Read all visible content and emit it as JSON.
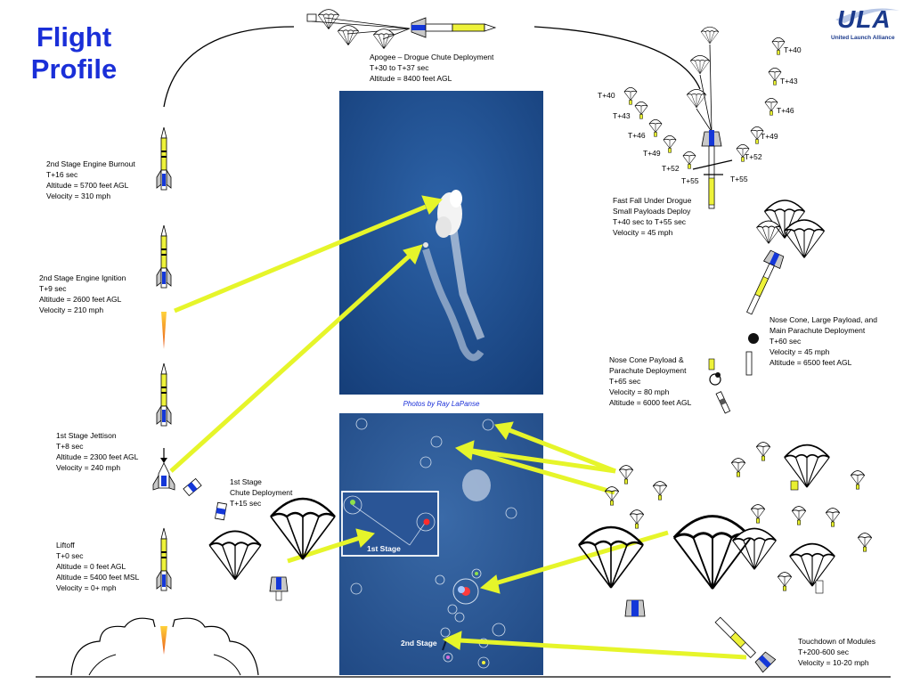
{
  "title": [
    "Flight",
    "Profile"
  ],
  "logo": {
    "wordmark": "ULA",
    "subtitle": "United Launch Alliance",
    "color": "#1b3a8c"
  },
  "colors": {
    "title": "#1a2fd8",
    "arrow": "#e6f52a",
    "sky": "#1f4f8f",
    "rocket_band": "#1437d8",
    "flame": "#f28a1e"
  },
  "photo_credit": "Photos by Ray LaPanse",
  "photo_labels": {
    "first_stage": "1st Stage",
    "second_stage": "2nd  Stage"
  },
  "annotations": {
    "apogee": [
      "Apogee – Drogue Chute Deployment",
      "T+30 to T+37 sec",
      "Altitude = 8400 feet AGL"
    ],
    "burnout": [
      "2nd Stage Engine Burnout",
      "T+16 sec",
      "Altitude = 5700 feet AGL",
      "Velocity = 310 mph"
    ],
    "ignition": [
      "2nd Stage Engine Ignition",
      "T+9 sec",
      "Altitude = 2600 feet AGL",
      "Velocity = 210 mph"
    ],
    "jettison": [
      "1st Stage Jettison",
      "T+8 sec",
      "Altitude = 2300 feet AGL",
      "Velocity = 240 mph"
    ],
    "first_chute": [
      "1st Stage",
      "Chute Deployment",
      "T+15 sec"
    ],
    "liftoff": [
      "Liftoff",
      "T+0 sec",
      "Altitude = 0 feet AGL",
      "Altitude = 5400 feet MSL",
      "Velocity = 0+ mph"
    ],
    "fast_fall": [
      "Fast Fall Under Drogue",
      "Small Payloads Deploy",
      "T+40 sec to T+55 sec",
      "Velocity = 45 mph"
    ],
    "nose_cone_large": [
      "Nose Cone, Large Payload, and",
      "Main Parachute Deployment",
      "T+60 sec",
      "Velocity = 45 mph",
      "Altitude = 6500 feet AGL"
    ],
    "nose_cone_payload": [
      "Nose Cone Payload &",
      "Parachute Deployment",
      "T+65 sec",
      "Velocity = 80 mph",
      "Altitude = 6000 feet AGL"
    ],
    "touchdown": [
      "Touchdown of Modules",
      "T+200-600 sec",
      "Velocity = 10-20 mph"
    ]
  },
  "time_marks": {
    "left": [
      "T+40",
      "T+43",
      "T+46",
      "T+49",
      "T+52",
      "T+55"
    ],
    "right": [
      "T+40",
      "T+43",
      "T+46",
      "T+49",
      "T+52",
      "T+55"
    ]
  }
}
